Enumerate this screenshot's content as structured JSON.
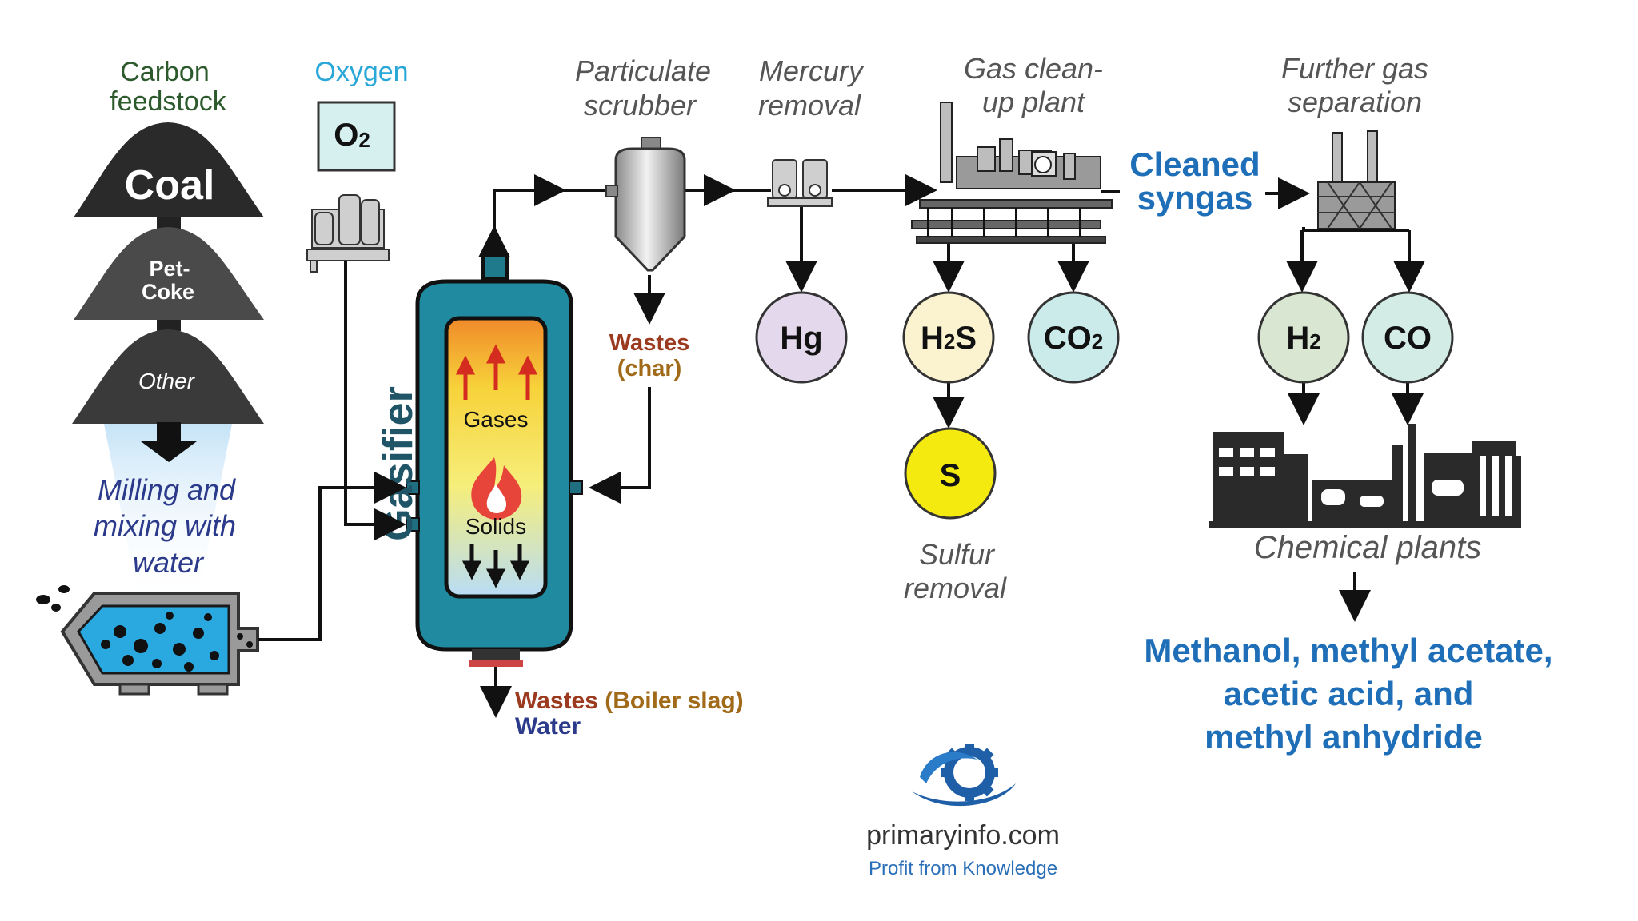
{
  "labels": {
    "carbon_feedstock_line1": "Carbon",
    "carbon_feedstock_line2": "feedstock",
    "coal": "Coal",
    "petcoke_line1": "Pet-",
    "petcoke_line2": "Coke",
    "other": "Other",
    "milling_line1": "Milling and",
    "milling_line2": "mixing with",
    "milling_line3": "water",
    "oxygen": "Oxygen",
    "o2_main": "O",
    "o2_sub": "2",
    "gasifier": "Gasifier",
    "gases": "Gases",
    "solids": "Solids",
    "particulate_line1": "Particulate",
    "particulate_line2": "scrubber",
    "wastes_char_line1": "Wastes",
    "wastes_char_line2": "(char)",
    "mercury_line1": "Mercury",
    "mercury_line2": "removal",
    "hg": "Hg",
    "gas_cleanup_line1": "Gas clean-",
    "gas_cleanup_line2": "up plant",
    "h2s_h": "H",
    "h2s_sub": "2",
    "h2s_s": "S",
    "co2_main": "CO",
    "co2_sub": "2",
    "s": "S",
    "sulfur_line1": "Sulfur",
    "sulfur_line2": "removal",
    "cleaned_line1": "Cleaned",
    "cleaned_line2": "syngas",
    "further_line1": "Further gas",
    "further_line2": "separation",
    "h2_main": "H",
    "h2_sub": "2",
    "co": "CO",
    "chemical_plants": "Chemical plants",
    "products_line1": "Methanol, methyl acetate,",
    "products_line2": "acetic acid, and",
    "products_line3": "methyl anhydride",
    "wastes_slag_a": "Wastes ",
    "wastes_slag_b": "(Boiler slag)",
    "water": "Water"
  },
  "logo": {
    "name": "primaryinfo.com",
    "tagline": "Profit from Knowledge"
  },
  "colors": {
    "coal": "#2a2a2a",
    "petcoke": "#4a4a4a",
    "other": "#3a3a3a",
    "oxygen_text": "#29a8d8",
    "feedstock_text": "#2d5a2d",
    "milling_text": "#2b3a8a",
    "gasifier_body": "#1f7a8c",
    "gasifier_text": "#1f5566",
    "wastes_text": "#9b3a1e",
    "char_text": "#a06a18",
    "water_text": "#2b3a8a",
    "syngas_text": "#1f6fb8",
    "hg_circle": "#e4d8ec",
    "h2s_circle": "#fbf3d0",
    "co2_circle": "#cbeaea",
    "s_circle": "#f5ea10",
    "h2_circle": "#d9e6d2",
    "co_circle": "#d3ece6",
    "products_text": "#1f6fb8"
  }
}
